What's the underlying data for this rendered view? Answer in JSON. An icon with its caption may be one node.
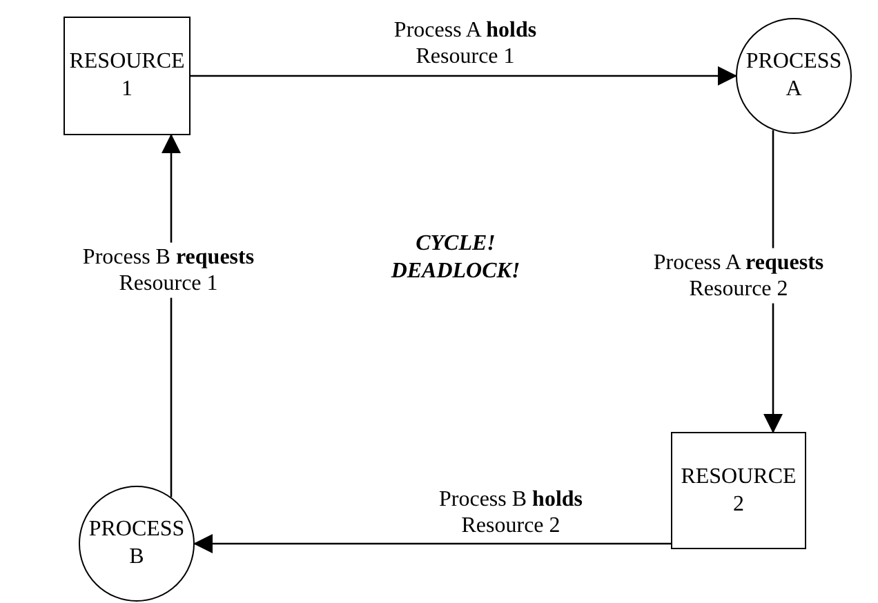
{
  "diagram": {
    "nodes": [
      {
        "text": [
          "RESOURCE 1"
        ]
      },
      {
        "text": [
          "PROCESS A"
        ]
      },
      {
        "text": [
          "RESOURCE 2"
        ]
      },
      {
        "text": [
          "PROCESS B"
        ]
      }
    ],
    "edges": [
      {
        "from": 0,
        "to": 1,
        "arrow": "to",
        "label": "Process A **holds** Resource 1"
      },
      {
        "from": 1,
        "to": 2,
        "arrow": "to",
        "label": "Process A **requests** Resource 2"
      },
      {
        "from": 2,
        "to": 3,
        "arrow": "to",
        "label": "Process B **holds** Resource 2"
      },
      {
        "from": 3,
        "to": 0,
        "arrow": "to",
        "label": "Process B **requests** Resource 1"
      }
    ],
    "labels": [
      "CYCLE!",
      "DEADLOCK!"
    ]
  }
}
